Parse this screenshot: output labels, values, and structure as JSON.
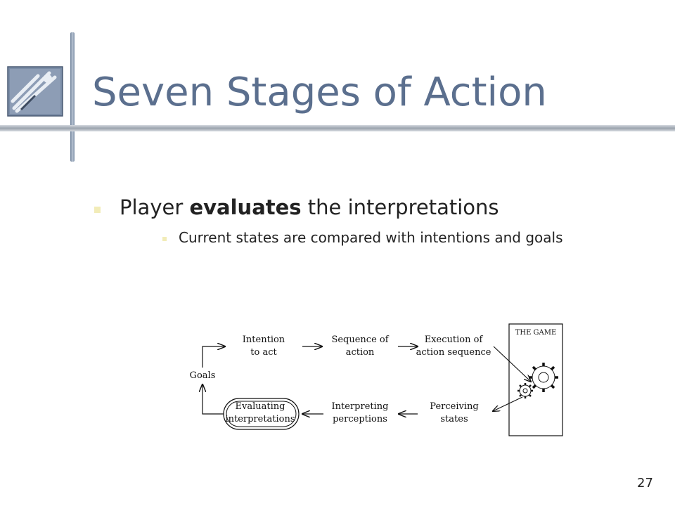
{
  "slide": {
    "title": "Seven Stages of Action",
    "bullet1": {
      "pre": "Player ",
      "bold": "evaluates",
      "post": " the interpretations"
    },
    "bullet2": "Current states are compared with intentions and goals",
    "page_number": "27"
  },
  "diagram": {
    "goals": "Goals",
    "intention": [
      "Intention",
      "to act"
    ],
    "sequence": [
      "Sequence of",
      "action"
    ],
    "execution": [
      "Execution of",
      "action sequence"
    ],
    "perceiving": [
      "Perceiving",
      "states"
    ],
    "interpreting": [
      "Interpreting",
      "perceptions"
    ],
    "evaluating": [
      "Evaluating",
      "interpretations"
    ],
    "game_label": "THE GAME",
    "icons": [
      "gear-icon"
    ]
  },
  "colors": {
    "title": "#5b6f8e",
    "bullet": "#f2ecb8",
    "text": "#222222"
  }
}
